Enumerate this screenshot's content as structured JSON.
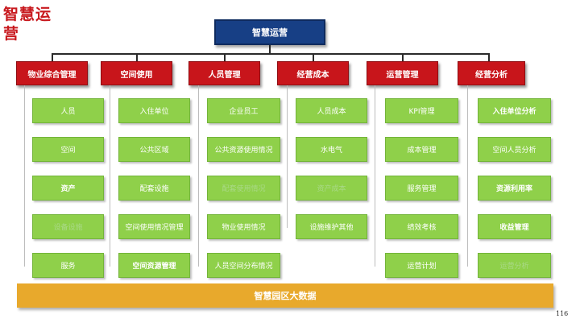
{
  "corner_title": "智慧运营",
  "root": "智慧运营",
  "bottom_bar": "智慧园区大数据",
  "page_number": "116",
  "columns": [
    {
      "title": "物业综合管理",
      "items": [
        "人员",
        "空间",
        "资产",
        "设备设施",
        "服务"
      ]
    },
    {
      "title": "空间使用",
      "items": [
        "入住单位",
        "公共区域",
        "配套设施",
        "空间使用情况管理",
        "空间资源管理"
      ]
    },
    {
      "title": "人员管理",
      "items": [
        "企业员工",
        "公共资源使用情况",
        "配套使用情况",
        "物业使用情况",
        "人员空间分布情况"
      ]
    },
    {
      "title": "经营成本",
      "items": [
        "人员成本",
        "水电气",
        "资产成本",
        "设施维护其他"
      ]
    },
    {
      "title": "运营管理",
      "items": [
        "KPI管理",
        "成本管理",
        "服务管理",
        "绩效考核",
        "运营计划"
      ]
    },
    {
      "title": "经营分析",
      "items": [
        "入住单位分析",
        "空间人员分析",
        "资源利用率",
        "收益管理",
        "运营分析"
      ]
    }
  ]
}
